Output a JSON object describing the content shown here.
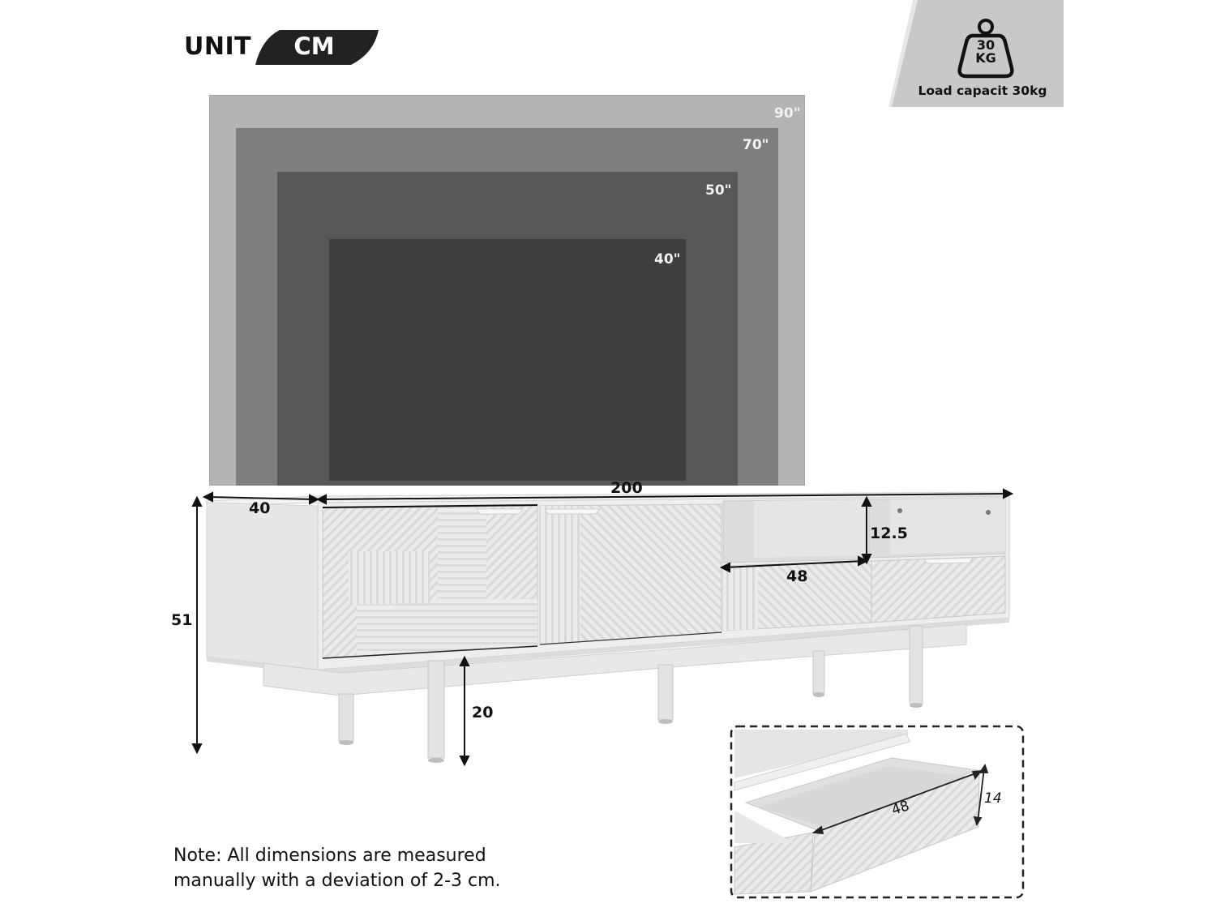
{
  "header": {
    "unit_label": "UNIT",
    "unit_value": "CM"
  },
  "load_badge": {
    "icon": "weight-icon",
    "weight_value": "30",
    "weight_unit": "KG",
    "caption": "Load capacit 30kg",
    "background": "#c8c8c8"
  },
  "tv_sizes": [
    {
      "label": "90\"",
      "color": "#b4b4b4"
    },
    {
      "label": "70\"",
      "color": "#7e7e7e"
    },
    {
      "label": "50\"",
      "color": "#575757"
    },
    {
      "label": "40\"",
      "color": "#3f3f3f"
    }
  ],
  "dimensions": {
    "depth": "40",
    "width": "200",
    "height": "51",
    "leg_height": "20",
    "shelf_height": "12.5",
    "drawer_width": "48"
  },
  "inset": {
    "drawer_width": "48",
    "drawer_height": "14"
  },
  "note": {
    "line1": "Note: All dimensions are measured",
    "line2": "manually with a deviation of 2-3 cm."
  },
  "colors": {
    "cabinet": "#ececec",
    "cabinet_shadow": "#d6d6d6",
    "ink": "#111111"
  }
}
